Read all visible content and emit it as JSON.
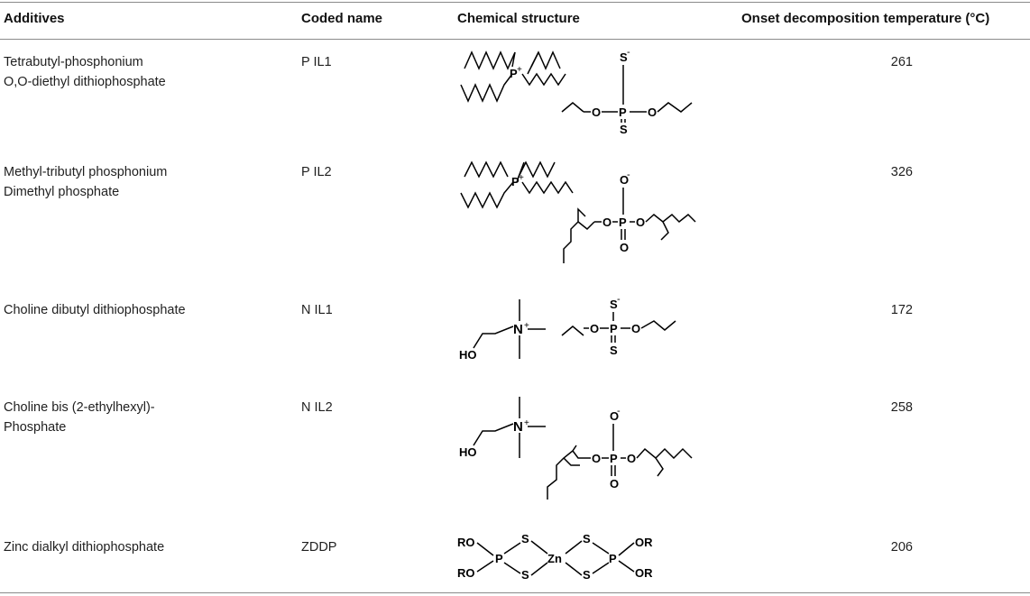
{
  "table": {
    "headers": {
      "additives": "Additives",
      "coded_name": "Coded name",
      "structure": "Chemical structure",
      "temperature": "Onset decomposition temperature (°C)"
    },
    "rows": [
      {
        "additive": [
          "Tetrabutyl-phosphonium",
          "O,O-diethyl dithiophosphate"
        ],
        "code": "P IL1",
        "temp": "261"
      },
      {
        "additive": [
          "Methyl-tributyl phosphonium",
          "Dimethyl phosphate"
        ],
        "code": "P IL2",
        "temp": "326"
      },
      {
        "additive": [
          "Choline dibutyl dithiophosphate"
        ],
        "code": "N IL1",
        "temp": "172"
      },
      {
        "additive": [
          "Choline bis (2-ethylhexyl)-",
          "Phosphate"
        ],
        "code": "N IL2",
        "temp": "258"
      },
      {
        "additive": [
          "Zinc dialkyl dithiophosphate"
        ],
        "code": "ZDDP",
        "temp": "206"
      }
    ]
  },
  "atoms": {
    "P": "P",
    "P_plus": "P",
    "plus": "+",
    "S": "S",
    "S_minus": "S",
    "minus": "-",
    "O": "O",
    "O_minus": "O",
    "N": "N",
    "HO": "HO",
    "Zn": "Zn",
    "RO": "RO",
    "OR": "OR"
  }
}
